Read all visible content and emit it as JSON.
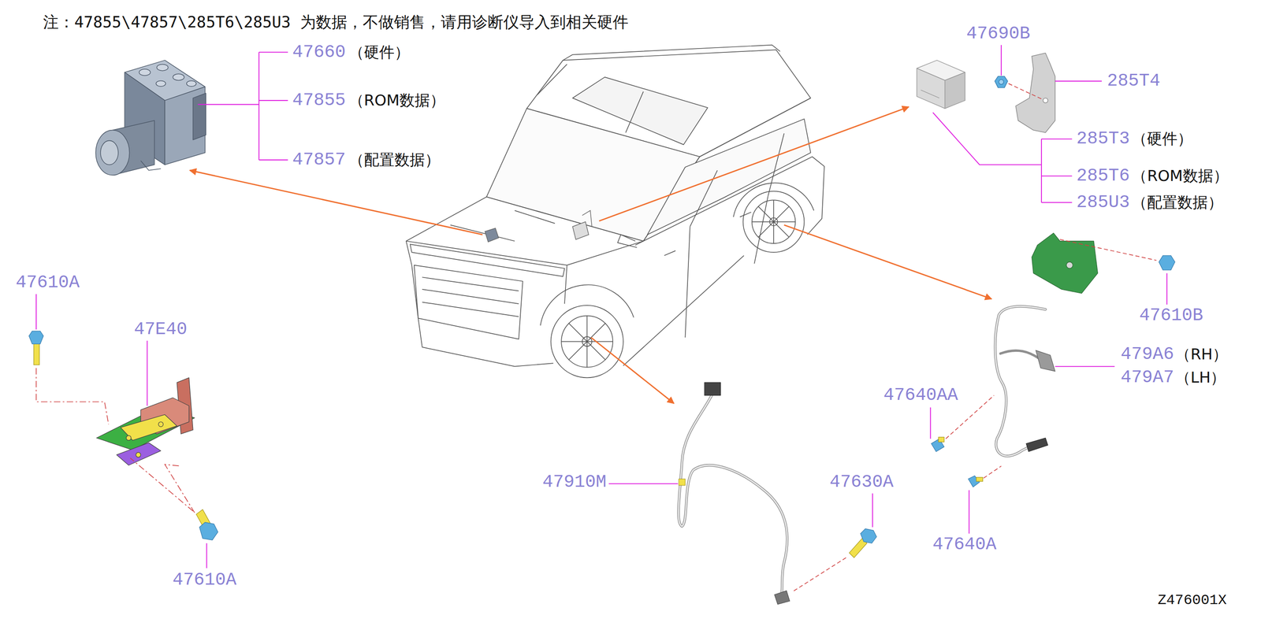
{
  "diagram": {
    "labels": [
      "注：47855\\47857\\285T6\\285U3 为数据，不做销售，请用诊断仪导入到相关硬件",
      "47660",
      "（硬件）",
      "47855",
      "（ROM数据）",
      "47857",
      "（配置数据）",
      "47690B",
      "285T4",
      "285T3",
      "（硬件）",
      "285T6",
      "（ROM数据）",
      "285U3",
      "（配置数据）",
      "47610A",
      "47E40",
      "47610A",
      "47610B",
      "479A6",
      "（RH）",
      "479A7",
      "（LH）",
      "47640AA",
      "47640A",
      "47910M",
      "47630A",
      "Z476001X"
    ]
  }
}
